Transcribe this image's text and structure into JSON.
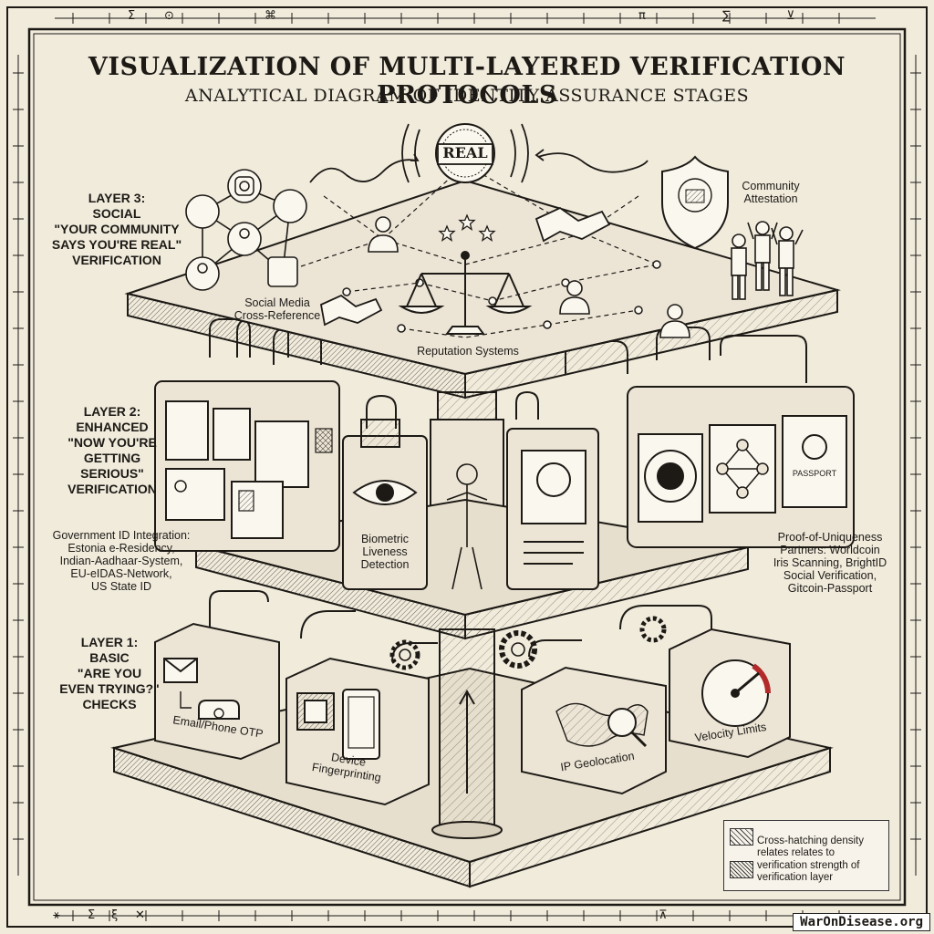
{
  "header": {
    "title": "VISUALIZATION OF MULTI-LAYERED VERIFICATION PROTOCOLS",
    "subtitle": "ANALYTICAL DIAGRAM OF IDENTITY ASSURANCE STAGES"
  },
  "badge": {
    "text": "REAL"
  },
  "layer3": {
    "label": "LAYER 3:\nSOCIAL\n\"YOUR COMMUNITY\nSAYS YOU'RE REAL\"\nVERIFICATION",
    "components": {
      "social_media": "Social Media\nCross-Reference",
      "reputation": "Reputation Systems",
      "community": "Community\nAttestation"
    }
  },
  "layer2": {
    "label": "LAYER 2:\nENHANCED\n\"NOW YOU'RE\nGETTING\nSERIOUS\"\nVERIFICATION",
    "government_id": "Government ID Integration:\nEstonia e-Residency,\nIndian-Aadhaar-System,\nEU-eIDAS-Network,\nUS State ID",
    "biometric": "Biometric\nLiveness\nDetection",
    "uniqueness": "Proof-of-Uniqueness\nPartners: Worldcoin\nIris Scanning, BrightID\nSocial Verification,\nGitcoin-Passport",
    "passport_text": "PASSPORT"
  },
  "layer1": {
    "label": "LAYER 1:\nBASIC\n\"ARE YOU\nEVEN TRYING?\"\nCHECKS",
    "components": {
      "otp": "Email/Phone OTP",
      "device": "Device\nFingerprinting",
      "geo": "IP Geolocation",
      "velocity": "Velocity Limits"
    }
  },
  "legend": {
    "text": "Cross-hatching density relates relates to verification strength of verification layer"
  },
  "watermark": "WarOnDisease.org",
  "border_glyphs": {
    "top": [
      "Σ",
      "⊙",
      "⌘",
      "π",
      "∑",
      "⊻"
    ],
    "bottom": [
      "⚹",
      "Σ",
      "ξ",
      "✕",
      "⊼"
    ]
  }
}
